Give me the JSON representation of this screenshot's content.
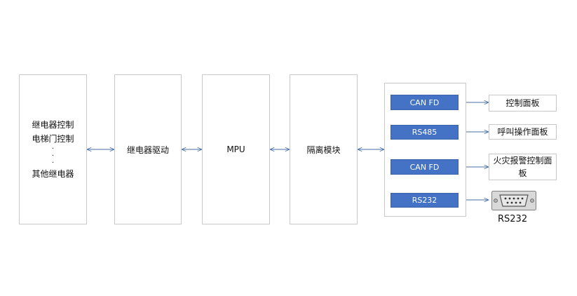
{
  "blocks": {
    "relay_group": {
      "line1": "继电器控制",
      "line2": "电梯门控制",
      "dots": [
        "·",
        "·",
        "·"
      ],
      "line3": "其他继电器"
    },
    "relay_drive": "继电器驱动",
    "mpu": "MPU",
    "isolation": "隔离模块"
  },
  "interfaces": [
    {
      "bus": "CAN FD",
      "device": "控制面板"
    },
    {
      "bus": "RS485",
      "device": "呼叫操作面板"
    },
    {
      "bus": "CAN FD",
      "device": "火灾报警控制面板"
    },
    {
      "bus": "RS232",
      "device": "RS232"
    }
  ],
  "colors": {
    "bus_fill": "#4472c4",
    "box_border": "#c9c9c9",
    "arrow": "#4a6fa5"
  },
  "icons": {
    "rs232_connector": "db9-serial-connector-icon"
  }
}
